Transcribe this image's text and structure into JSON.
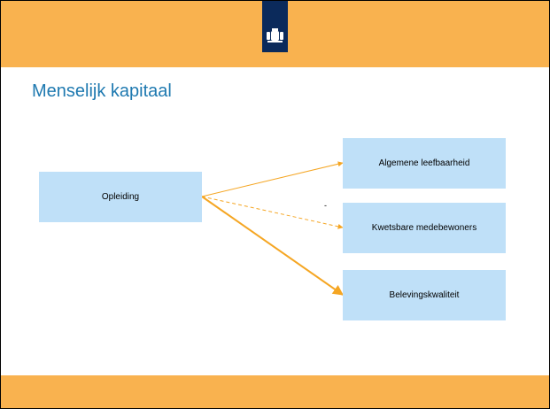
{
  "colors": {
    "band": "#F9B24F",
    "box_fill": "#BFE0F8",
    "arrow": "#F5A623",
    "title": "#1E79B0",
    "logo": "#0B2A5B"
  },
  "slide": {
    "title": "Menselijk kapitaal"
  },
  "diagram": {
    "source": {
      "label": "Opleiding"
    },
    "targets": [
      {
        "label": "Algemene leefbaarheid",
        "line": "solid"
      },
      {
        "label": "Kwetsbare medebewoners",
        "line": "dashed"
      },
      {
        "label": "Belevingskwaliteit",
        "line": "solid-thick"
      }
    ],
    "edge_mark": "-"
  },
  "logo": {
    "icon": "royal-coat-of-arms-icon"
  }
}
